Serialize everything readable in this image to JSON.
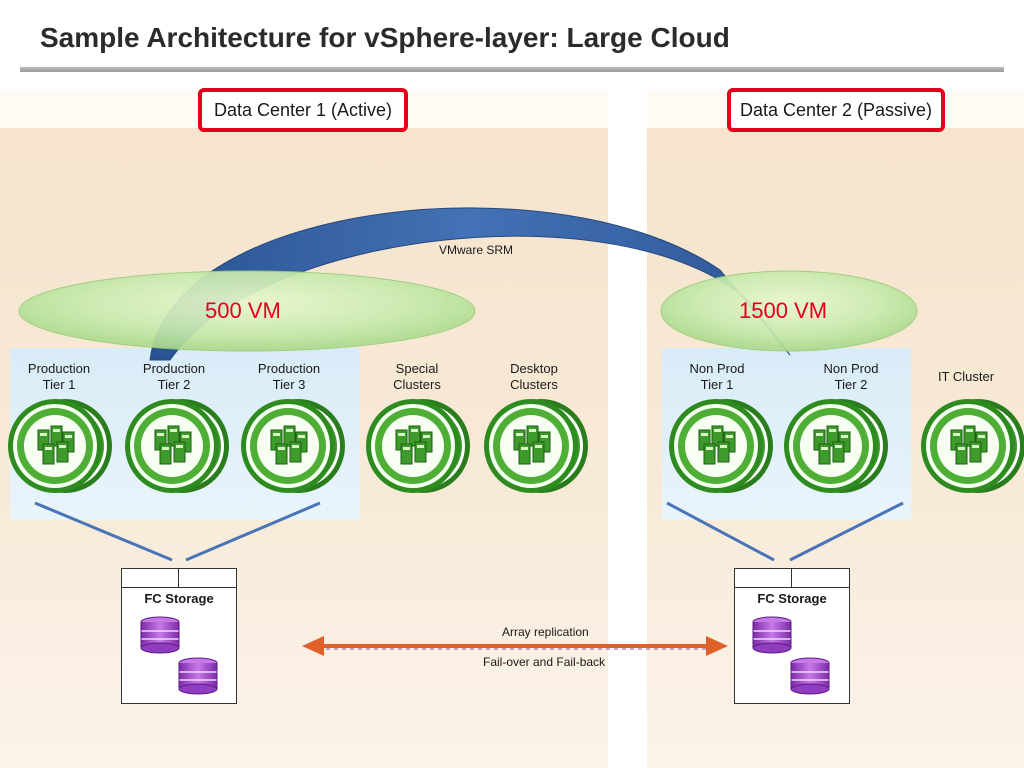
{
  "slide": {
    "title": "Sample Architecture for vSphere-layer: Large Cloud"
  },
  "dc1": {
    "label": "Data Center 1 (Active)",
    "vm_count": "500 VM",
    "clusters": [
      {
        "line1": "Production",
        "line2": "Tier 1"
      },
      {
        "line1": "Production",
        "line2": "Tier 2"
      },
      {
        "line1": "Production",
        "line2": "Tier 3"
      },
      {
        "line1": "Special",
        "line2": "Clusters"
      },
      {
        "line1": "Desktop",
        "line2": "Clusters"
      }
    ],
    "storage_label": "FC Storage"
  },
  "dc2": {
    "label": "Data Center 2 (Passive)",
    "vm_count": "1500 VM",
    "clusters": [
      {
        "line1": "Non Prod",
        "line2": "Tier 1"
      },
      {
        "line1": "Non Prod",
        "line2": "Tier 2"
      },
      {
        "line1": "IT Cluster",
        "line2": ""
      }
    ],
    "storage_label": "FC Storage"
  },
  "links": {
    "srm_label": "VMware SRM",
    "replication_label": "Array replication",
    "failover_label": "Fail-over and Fail-back"
  },
  "colors": {
    "accent_red": "#e2001a",
    "cluster_green": "#2e8b1f",
    "srm_blue": "#2d5aa0",
    "replication_orange": "#e0602a",
    "disk_purple": "#a24ad3"
  },
  "icons": {
    "cluster": "server-cluster-icon",
    "storage": "disk-stack-icon"
  }
}
